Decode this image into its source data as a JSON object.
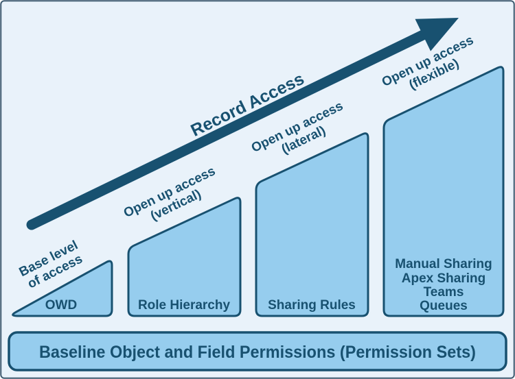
{
  "colors": {
    "background": "#e9f2fa",
    "frame_border": "#3e5a70",
    "dark_blue": "#185170",
    "bar_fill": "#96cdee"
  },
  "arrow": {
    "label": "Record Access"
  },
  "bars": [
    {
      "label": "OWD",
      "annotation": [
        "Base level",
        "of access"
      ]
    },
    {
      "label": "Role Hierarchy",
      "annotation": [
        "Open up access",
        "(vertical)"
      ]
    },
    {
      "label": "Sharing Rules",
      "annotation": [
        "Open up access",
        "(lateral)"
      ]
    },
    {
      "lines": [
        "Manual Sharing",
        "Apex Sharing",
        "Teams",
        "Queues"
      ],
      "annotation": [
        "Open up access",
        "(flexible)"
      ]
    }
  ],
  "baseline_bar": {
    "label": "Baseline Object and Field Permissions (Permission Sets)"
  }
}
